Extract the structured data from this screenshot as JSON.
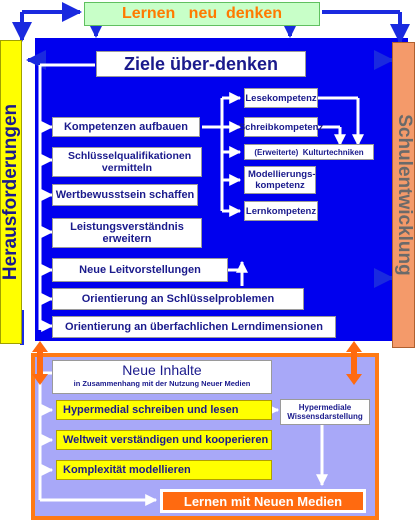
{
  "top_banner": "Lernen   neu  denken",
  "left_banner": "Herausforderungen",
  "right_banner": "Schulentwicklung",
  "upper_panel": {
    "title": "Ziele über-denken",
    "items": [
      "Kompetenzen aufbauen",
      "Schlüsselqualifikationen vermitteln",
      "Wertbewusstsein schaffen",
      "Leistungsverständnis erweitern",
      "Neue Leitvorstellungen",
      "Orientierung an Schlüsselproblemen",
      "Orientierung an überfachlichen Lerndimensionen"
    ],
    "competencies": [
      "Lesekompetenz",
      "Schreibkompetenz",
      "(Erweiterte)  Kulturtechniken",
      "Modellierungs- kompetenz",
      "Lernkompetenz"
    ]
  },
  "lower_panel": {
    "title": "Neue Inhalte",
    "subtitle": "in Zusammenhang mit der Nutzung Neuer Medien",
    "items": [
      "Hypermedial schreiben und lesen",
      "Weltweit verständigen und kooperieren",
      "Komplexität modellieren"
    ],
    "side_note": "Hypermediale Wissensdarstellung",
    "result": "Lernen mit Neuen Medien"
  },
  "colors": {
    "panel_blue": "#0000ee",
    "lower_panel_fill": "#a8a8f8",
    "lower_panel_border": "#ff7a14",
    "top_banner_fill": "#c8ffc8",
    "top_banner_text": "#ff7a00",
    "left_banner_fill": "#ffff00",
    "right_banner_fill": "#f49a6a",
    "connector": "#1a2adf",
    "arrow_orange": "#ff6a10"
  }
}
